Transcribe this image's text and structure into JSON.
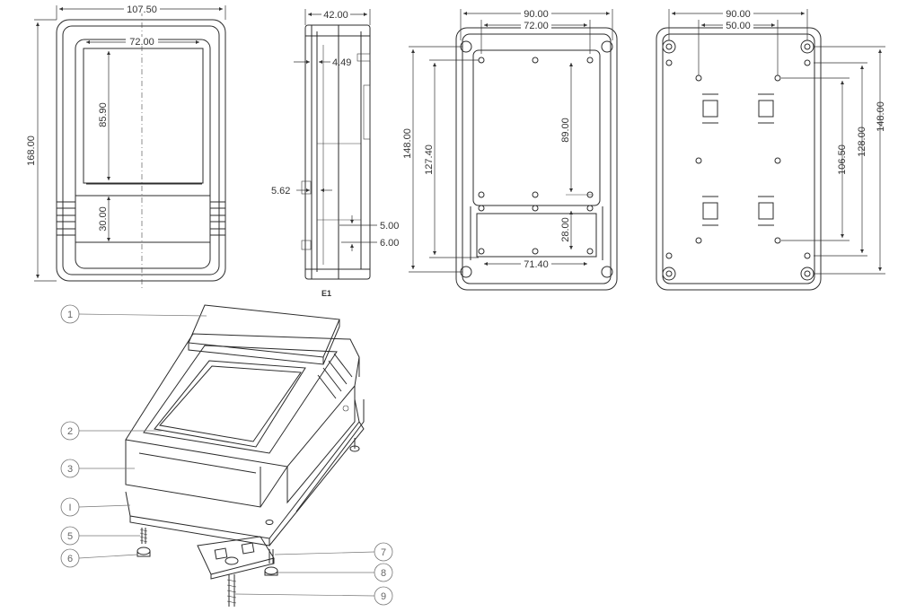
{
  "front_view": {
    "dims": {
      "width": "107.50",
      "window_width": "72.00",
      "height": "168.00",
      "window_height": "85.90",
      "lower_height": "30.00"
    }
  },
  "side_view": {
    "dims": {
      "depth": "42.00",
      "wall_1": "4.49",
      "gap": "5.62",
      "step_a": "5.00",
      "step_b": "6.00"
    },
    "caption": "E1"
  },
  "back_view_a": {
    "dims": {
      "outer_width": "90.00",
      "inner_width": "72.00",
      "height": "148.00",
      "inner_height": "127.40",
      "upper_pitch": "89.00",
      "lower_pitch": "28.00",
      "lower_width": "71.40"
    }
  },
  "back_view_b": {
    "dims": {
      "outer_width": "90.00",
      "slot_pitch": "50.00",
      "height": "148.00",
      "inner_height": "128.00",
      "hole_pitch": "106.50"
    }
  },
  "exploded": {
    "balloons": [
      "1",
      "2",
      "3",
      "I",
      "5",
      "6",
      "7",
      "8",
      "9"
    ]
  }
}
